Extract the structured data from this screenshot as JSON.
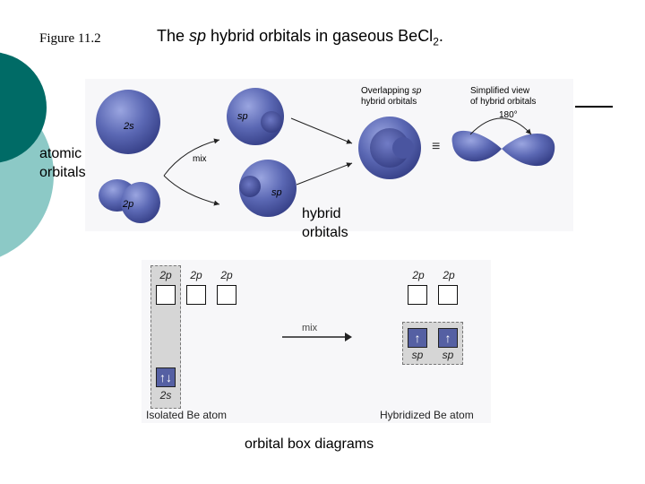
{
  "slide": {
    "figure_label": "Figure 11.2",
    "title_pre": "The ",
    "title_italic": "sp",
    "title_mid": " hybrid orbitals in gaseous Be",
    "title_cl": "Cl",
    "title_sub": "2",
    "title_end": ".",
    "label_atomic": "atomic",
    "label_orbitals": "orbitals",
    "label_hybrid": "hybrid",
    "label_hybrid_orbitals": "orbitals",
    "label_box_diagrams": "orbital box diagrams"
  },
  "top_figure": {
    "orbital_2s": "2s",
    "orbital_2p": "2p",
    "orbital_sp_top": "sp",
    "orbital_sp_bottom": "sp",
    "mix": "mix",
    "overlap_line1": "Overlapping",
    "overlap_line1_it": "sp",
    "overlap_line2": "hybrid orbitals",
    "simplified_line1": "Simplified view",
    "simplified_line2": "of hybrid orbitals",
    "angle": "180°",
    "equiv": "≡"
  },
  "box_figure": {
    "isolated_top": [
      "2p",
      "2p",
      "2p"
    ],
    "isolated_bottom": "2s",
    "isolated_bottom_arrows": "↑↓",
    "isolated_caption": "Isolated Be atom",
    "mix": "mix",
    "hybrid_top": [
      "2p",
      "2p"
    ],
    "hybrid_sp": [
      "sp",
      "sp"
    ],
    "hybrid_arrow": "↑",
    "hybrid_caption": "Hybridized Be atom"
  },
  "colors": {
    "teal_dark": "#006b66",
    "teal_light": "#8cc9c6",
    "orbital_blue": "#5b68b4",
    "box_fill": "#5560a3",
    "gray_panel": "#d6d6d6"
  }
}
